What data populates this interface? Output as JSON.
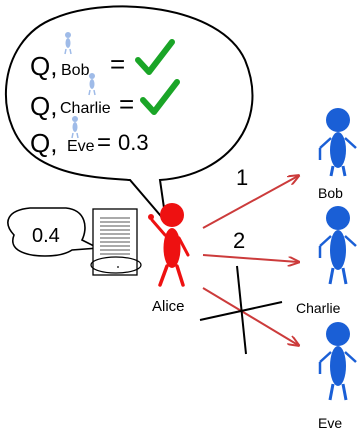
{
  "speech_bubble": {
    "lines": [
      {
        "q": "Q,",
        "name": "Bob",
        "eq": "=",
        "result_icon": "green-check-icon"
      },
      {
        "q": "Q,",
        "name": "Charlie",
        "eq": "=",
        "result_icon": "green-check-icon"
      },
      {
        "q": "Q,",
        "name": "Eve",
        "eq": "=",
        "value": "0.3"
      }
    ]
  },
  "small_bubble": {
    "value": "0.4"
  },
  "sender": {
    "name": "Alice",
    "color": "#ee1111"
  },
  "receivers": [
    {
      "name": "Bob",
      "color": "#1a5fd6"
    },
    {
      "name": "Charlie",
      "color": "#1a5fd6"
    },
    {
      "name": "Eve",
      "color": "#1a5fd6"
    }
  ],
  "arrows": [
    {
      "label": "1",
      "target": "Bob",
      "blocked": false
    },
    {
      "label": "2",
      "target": "Charlie",
      "blocked": false
    },
    {
      "label": "",
      "target": "Eve",
      "blocked": true
    }
  ],
  "colors": {
    "arrow": "#cc3b3b",
    "check": "#1aa527",
    "faint_figure": "#9fbbe8"
  }
}
